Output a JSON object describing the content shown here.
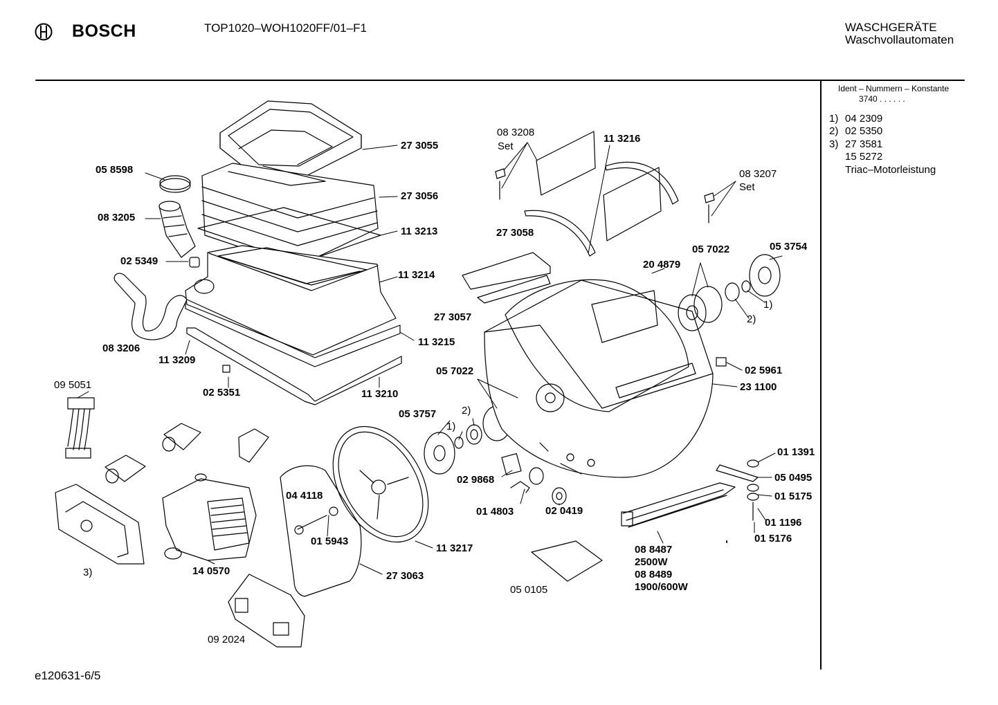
{
  "header": {
    "brand": "BOSCH",
    "model": "TOP1020–WOH1020FF/01–F1",
    "category_line1": "WASCHGERÄTE",
    "category_line2": "Waschvollautomaten"
  },
  "sidebar": {
    "ident_title": "Ident – Nummern – Konstante",
    "ident_value": "3740 . . . . . .",
    "notes": [
      {
        "num": "1)",
        "text": "04 2309"
      },
      {
        "num": "2)",
        "text": "02 5350"
      },
      {
        "num": "3)",
        "text": "27 3581"
      },
      {
        "num": "",
        "text": "15 5272"
      },
      {
        "num": "",
        "text": "Triac–Motorleistung"
      }
    ]
  },
  "parts": {
    "p273055": "27 3055",
    "p058598": "05 8598",
    "p273056": "27 3056",
    "p083205": "08 3205",
    "p113213": "11 3213",
    "p025349": "02 5349",
    "p113214": "11 3214",
    "p083206": "08 3206",
    "p113209": "11 3209",
    "p113215": "11 3215",
    "p025351": "02 5351",
    "p113210": "11 3210",
    "p095051": "09 5051",
    "p083208": "08 3208",
    "p083208set": "Set",
    "p113216": "11 3216",
    "p083207": "08 3207",
    "p083207set": "Set",
    "p273058": "27 3058",
    "p273057": "27 3057",
    "p204879": "20 4879",
    "p057022a": "05 7022",
    "p053754": "05 3754",
    "n1a": "1)",
    "n2a": "2)",
    "p025961": "02 5961",
    "p231100": "23 1100",
    "p057022b": "05 7022",
    "n2b": "2)",
    "p053757": "05 3757",
    "n1b": "1)",
    "p029868": "02 9868",
    "p014803": "01 4803",
    "p020419": "02 0419",
    "p044118": "04 4118",
    "p015943": "01 5943",
    "p113217": "11 3217",
    "p273063": "27 3063",
    "p140570": "14 0570",
    "n3": "3)",
    "p092024": "09 2024",
    "p050105": "05 0105",
    "p011391": "01 1391",
    "p050495": "05 0495",
    "p015175": "01 5175",
    "p011196": "01 1196",
    "p015176": "01 5176",
    "p088487": "08 8487",
    "w2500": "2500W",
    "p088489": "08 8489",
    "w1900": "1900/600W"
  },
  "footer": {
    "code": "e120631-6/5"
  }
}
